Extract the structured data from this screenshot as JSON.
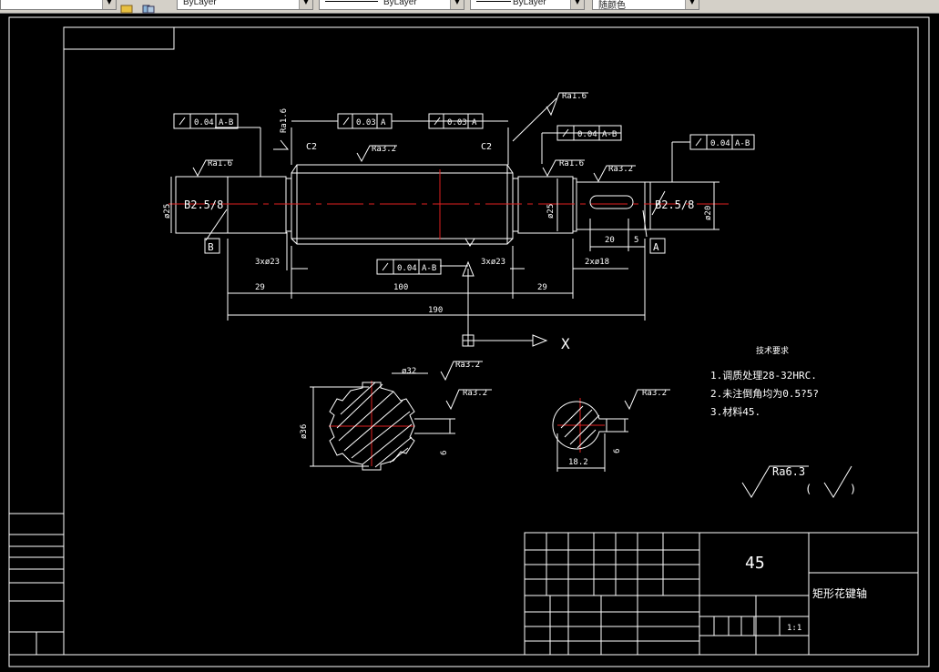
{
  "toolbar": {
    "color_combo": "ByLayer",
    "linetype_combo": "ByLayer",
    "lineweight_combo": "ByLayer",
    "plotstyle_combo": "随颜色"
  },
  "drawing": {
    "surface_finish": {
      "shaft_left": "Ra1.6",
      "shaft_left_vertical": "Ra1.6",
      "shaft_body": "Ra3.2",
      "shaft_right_top": "Ra1.6",
      "shaft_right": "Ra1.6",
      "keyway": "Ra3.2",
      "section_left_top": "Ra3.2",
      "section_left_side": "Ra3.2",
      "section_right_side": "Ra3.2",
      "general": "Ra6.3"
    },
    "tolerance_frames": {
      "left": {
        "value": "0.04",
        "datum": "A-B"
      },
      "mid_left": {
        "value": "0.03",
        "datum": "A"
      },
      "mid_right": {
        "value": "0.03",
        "datum": "A"
      },
      "right_upper": {
        "value": "0.04",
        "datum": "A-B"
      },
      "right_far": {
        "value": "0.04",
        "datum": "A-B"
      },
      "bottom": {
        "value": "0.04",
        "datum": "A-B"
      }
    },
    "chamfers": {
      "left": "C2",
      "right": "C2"
    },
    "center_holes": {
      "left": "B2.5/8",
      "right": "B2.5/8"
    },
    "datums": {
      "B": "B",
      "A": "A"
    },
    "diameters": {
      "left": "ø25",
      "right": "ø25",
      "end": "ø20",
      "spline_outer": "ø36",
      "spline_inner": "ø32",
      "spline_width": "6",
      "key_depth": "6"
    },
    "undercuts": {
      "left": "3xø23",
      "right": "3xø23",
      "end": "2xø18"
    },
    "dimensions": {
      "seg_left": "29",
      "seg_mid": "100",
      "seg_right": "29",
      "overall": "190",
      "key_len": "20",
      "key_gap": "5",
      "section_width": "18.2"
    },
    "ucs_label": "X",
    "tech_requirements": {
      "title": "技术要求",
      "items": [
        "1.调质处理28-32HRC.",
        "2.未注倒角均为0.5?5?",
        "3.材料45."
      ]
    },
    "title_block": {
      "material": "45",
      "part_name": "矩形花键轴",
      "scale": "1:1"
    }
  }
}
